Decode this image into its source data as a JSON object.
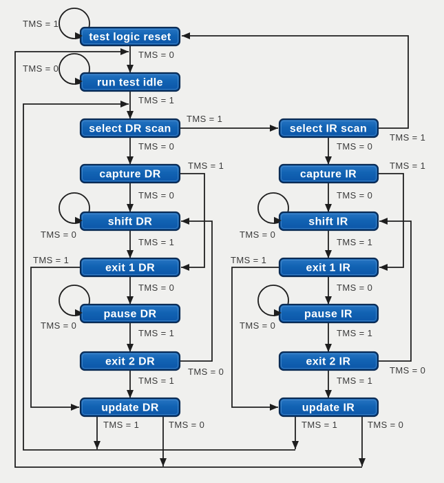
{
  "diagram": {
    "kind": "state-machine",
    "description": "TAP controller state diagram with TMS transition labels"
  },
  "colors": {
    "background": "#f0f0ee",
    "state_fill_top": "#2876c4",
    "state_fill_bottom": "#0b55a7",
    "state_border": "#0b2c55",
    "state_text": "#ffffff",
    "line": "#1e1e1e",
    "label_text": "#3a3a3a"
  },
  "states": [
    {
      "id": "test-logic-reset",
      "label": "test logic reset"
    },
    {
      "id": "run-test-idle",
      "label": "run test idle"
    },
    {
      "id": "select-dr-scan",
      "label": "select DR scan"
    },
    {
      "id": "capture-dr",
      "label": "capture DR"
    },
    {
      "id": "shift-dr",
      "label": "shift DR"
    },
    {
      "id": "exit-1-dr",
      "label": "exit 1 DR"
    },
    {
      "id": "pause-dr",
      "label": "pause DR"
    },
    {
      "id": "exit-2-dr",
      "label": "exit 2 DR"
    },
    {
      "id": "update-dr",
      "label": "update DR"
    },
    {
      "id": "select-ir-scan",
      "label": "select IR scan"
    },
    {
      "id": "capture-ir",
      "label": "capture IR"
    },
    {
      "id": "shift-ir",
      "label": "shift IR"
    },
    {
      "id": "exit-1-ir",
      "label": "exit 1 IR"
    },
    {
      "id": "pause-ir",
      "label": "pause IR"
    },
    {
      "id": "exit-2-ir",
      "label": "exit 2 IR"
    },
    {
      "id": "update-ir",
      "label": "update IR"
    }
  ],
  "tms": {
    "tlr_loop": "TMS = 1",
    "rti_loop": "TMS = 0",
    "tlr_to_rti": "TMS = 0",
    "rti_to_seldr": "TMS = 1",
    "seldr_to_selir": "TMS = 1",
    "seldr_to_capdr": "TMS = 0",
    "selir_to_tlr": "TMS = 1",
    "selir_to_capir": "TMS = 0",
    "capdr_to_exit1dr": "TMS = 1",
    "capir_to_exit1ir": "TMS = 1",
    "capdr_to_shiftdr": "TMS = 0",
    "capir_to_shiftir": "TMS = 0",
    "shiftdr_loop": "TMS = 0",
    "shiftir_loop": "TMS = 0",
    "shiftdr_to_exit1dr": "TMS = 1",
    "shiftir_to_exit1ir": "TMS = 1",
    "exit1dr_to_upddr": "TMS = 1",
    "exit1ir_to_updir": "TMS = 1",
    "exit1dr_to_pausedr": "TMS = 0",
    "exit1ir_to_pauseir": "TMS = 0",
    "pausedr_loop": "TMS = 0",
    "pauseir_loop": "TMS = 0",
    "pausedr_to_exit2dr": "TMS = 1",
    "pauseir_to_exit2ir": "TMS = 1",
    "exit2dr_to_shiftdr": "TMS = 0",
    "exit2ir_to_shiftir": "TMS = 0",
    "exit2dr_to_upddr": "TMS = 1",
    "exit2ir_to_updir": "TMS = 1",
    "upddr_tms1": "TMS = 1",
    "upddr_tms0": "TMS = 0",
    "updir_tms1": "TMS = 1",
    "updir_tms0": "TMS = 0"
  }
}
